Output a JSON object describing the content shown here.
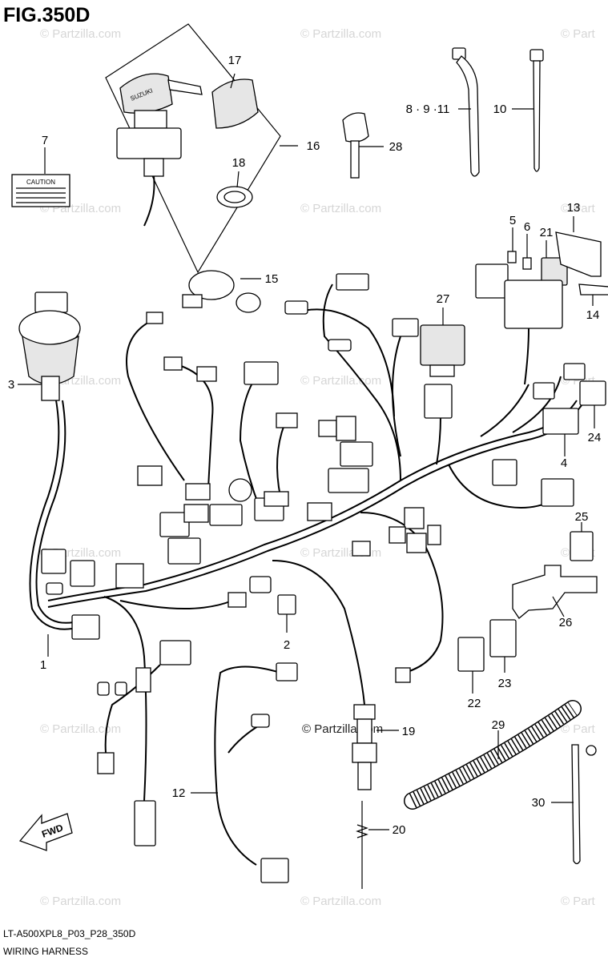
{
  "figure": {
    "title": "FIG.350D",
    "drawing_code": "LT-A500XPL8_P03_P28_350D",
    "caption": "WIRING HARNESS"
  },
  "watermark": {
    "text": "© Partzilla.com",
    "edge_text": "© Part"
  },
  "callouts": {
    "c1": "1",
    "c2": "2",
    "c3": "3",
    "c4": "4",
    "c5": "5",
    "c6": "6",
    "c7": "7",
    "c8": "8 · 9 ·11",
    "c10": "10",
    "c12": "12",
    "c13": "13",
    "c14": "14",
    "c15": "15",
    "c16": "16",
    "c17": "17",
    "c18": "18",
    "c19": "19",
    "c20": "20",
    "c21": "21",
    "c22": "22",
    "c23": "23",
    "c24": "24",
    "c25": "25",
    "c26": "26",
    "c27": "27",
    "c28": "28",
    "c29": "29",
    "c30": "30"
  },
  "labels": {
    "caution_plate": "CAUTION",
    "key_brand": "SUZUKI",
    "fwd_arrow": "FWD"
  },
  "icons": {
    "fwd": "forward-arrow-icon"
  }
}
